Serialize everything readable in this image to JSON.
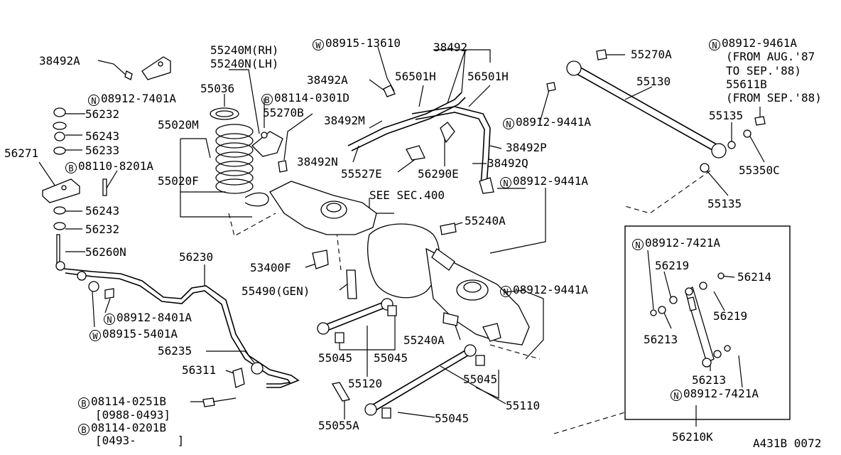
{
  "diagram": {
    "footer_code": "A431B 0072",
    "labels": {
      "p38492A_top": "38492A",
      "p55240M_RH": "55240M(RH)",
      "p55240N_LH": "55240N(LH)",
      "p55036": "55036",
      "p08114_0301D": "08114-0301D",
      "p55270B": "55270B",
      "p55020M": "55020M",
      "p55020F": "55020F",
      "p08912_7401A": "08912-7401A",
      "p56232a": "56232",
      "p56243a": "56243",
      "p56233": "56233",
      "p56271": "56271",
      "p08110_8201A": "08110-8201A",
      "p56243b": "56243",
      "p56232b": "56232",
      "p56260N": "56260N",
      "p56230": "56230",
      "p08912_8401A": "08912-8401A",
      "p08915_5401A": "08915-5401A",
      "p56235": "56235",
      "p56311": "56311",
      "p08114_0251B": "08114-0251B",
      "p0988_0493": "[0988-0493]",
      "p08114_0201B": "08114-0201B",
      "p0493": "[0493-      ]",
      "p08915_13610": "08915-13610",
      "p38492": "38492",
      "p38492A_mid": "38492A",
      "p56501H_l": "56501H",
      "p56501H_r": "56501H",
      "p38492M": "38492M",
      "p38492N": "38492N",
      "p55527E": "55527E",
      "p56290E": "56290E",
      "p38492P": "38492P",
      "p38492Q": "38492Q",
      "p08912_9441A_a": "08912-9441A",
      "p08912_9441A_b": "08912-9441A",
      "p08912_9441A_c": "08912-9441A",
      "pSEE400": "SEE SEC.400",
      "p55240A_a": "55240A",
      "p53400F": "53400F",
      "p55490": "55490(GEN)",
      "p55240A_b": "55240A",
      "p55045_a": "55045",
      "p55045_b": "55045",
      "p55045_c": "55045",
      "p55045_d": "55045",
      "p55120": "55120",
      "p55110": "55110",
      "p55055A": "55055A",
      "p55270A": "55270A",
      "p55130": "55130",
      "p08912_9461A": "08912-9461A",
      "pFromAug87": "(FROM AUG.'87",
      "pToSep88": "TO SEP.'88)",
      "p55611B": "55611B",
      "pFromSep88": "(FROM SEP.'88)",
      "p55135_a": "55135",
      "p55350C": "55350C",
      "p55135_b": "55135",
      "p08912_7421A_a": "08912-7421A",
      "p56219_a": "56219",
      "p56214": "56214",
      "p56219_b": "56219",
      "p56213_a": "56213",
      "p56213_b": "56213",
      "p08912_7421A_b": "08912-7421A",
      "p56210K": "56210K"
    },
    "prefixes": {
      "N": "N",
      "B": "B",
      "W": "W"
    }
  }
}
